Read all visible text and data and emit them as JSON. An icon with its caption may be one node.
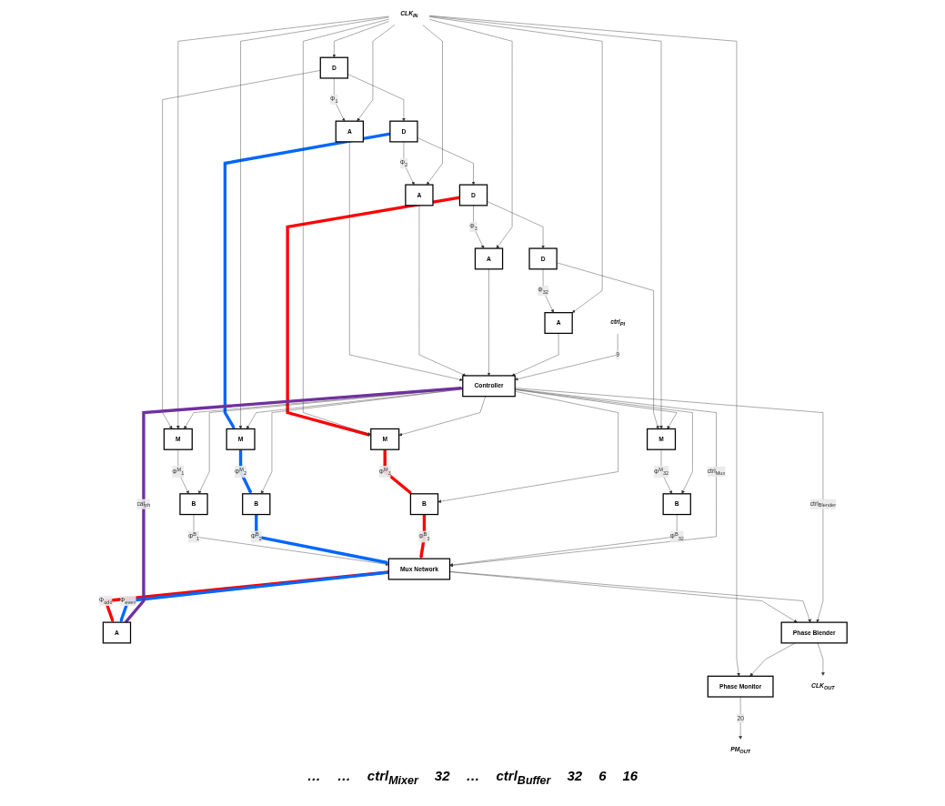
{
  "diagram": {
    "nodes": [
      {
        "text": [
          "Controller"
        ]
      },
      {
        "text": [
          "A"
        ]
      },
      {
        "text": [
          "A"
        ]
      },
      {
        "text": [
          "A"
        ]
      },
      {
        "text": [
          "A"
        ]
      },
      {
        "text": [
          "CLK$_{IN}$"
        ]
      },
      {
        "text": [
          "D"
        ]
      },
      {
        "text": [
          "D"
        ]
      },
      {
        "text": [
          "D"
        ]
      },
      {
        "text": [
          "D"
        ]
      },
      {
        "text": [
          "M"
        ]
      },
      {
        "text": [
          "M"
        ]
      },
      {
        "text": [
          "M"
        ]
      },
      {
        "text": [
          "M"
        ]
      },
      {
        "text": [
          "B"
        ]
      },
      {
        "text": [
          "B"
        ]
      },
      {
        "text": [
          "B"
        ]
      },
      {
        "text": [
          "B"
        ]
      },
      {
        "text": [
          "ctrl$_{PI}$"
        ]
      },
      {
        "text": [
          "Mux Network"
        ]
      },
      {
        "text": [
          "A"
        ]
      },
      {
        "text": [
          "Phase Monitor"
        ]
      },
      {
        "text": [
          "Phase Blender"
        ]
      },
      {
        "text": [
          "PM$_{OUT}$"
        ]
      },
      {
        "text": [
          "CLK$_{OUT}$"
        ]
      }
    ],
    "edges": [
      {
        "from": 5,
        "to": 6,
        "arrow": "to"
      },
      {
        "from": 6,
        "to": 7,
        "arrow": "to"
      },
      {
        "from": 7,
        "to": 8,
        "arrow": "to"
      },
      {
        "from": 8,
        "to": 9,
        "arrow": "to"
      },
      {
        "from": 6,
        "to": 10,
        "arrow": "to"
      },
      {
        "from": 7,
        "to": 11,
        "arrow": "to",
        "style": "thick",
        "color": "#0066ff"
      },
      {
        "from": 8,
        "to": 12,
        "arrow": "to",
        "style": "thick",
        "color": "#ff0000"
      },
      {
        "from": 9,
        "to": 13,
        "arrow": "to"
      },
      {
        "from": 6,
        "to": 1,
        "arrow": "to",
        "label": "Φ$_{1}$"
      },
      {
        "from": 7,
        "to": 2,
        "arrow": "to",
        "label": "Φ$_{2}$"
      },
      {
        "from": 8,
        "to": 3,
        "arrow": "to",
        "label": "Φ$_{3}$"
      },
      {
        "from": 9,
        "to": 4,
        "arrow": "to",
        "label": "Φ$_{32}$"
      },
      {
        "from": 1,
        "to": 0,
        "arrow": "to"
      },
      {
        "from": 2,
        "to": 0,
        "arrow": "to"
      },
      {
        "from": 3,
        "to": 0,
        "arrow": "to"
      },
      {
        "from": 4,
        "to": 0,
        "arrow": "to"
      },
      {
        "from": 5,
        "to": 1,
        "arrow": "to"
      },
      {
        "from": 5,
        "to": 2,
        "arrow": "to"
      },
      {
        "from": 5,
        "to": 3,
        "arrow": "to"
      },
      {
        "from": 5,
        "to": 4,
        "arrow": "to"
      },
      {
        "from": 5,
        "to": 10,
        "arrow": "to"
      },
      {
        "from": 5,
        "to": 11,
        "arrow": "to"
      },
      {
        "from": 5,
        "to": 12,
        "arrow": "to"
      },
      {
        "from": 5,
        "to": 13,
        "arrow": "to"
      },
      {
        "from": 0,
        "to": 10,
        "arrow": "to"
      },
      {
        "from": 0,
        "to": 11,
        "arrow": "to"
      },
      {
        "from": 0,
        "to": 12,
        "arrow": "to"
      },
      {
        "from": 0,
        "to": 13,
        "arrow": "to"
      },
      {
        "from": 10,
        "to": 14,
        "arrow": "to",
        "label": "Φ$^{M}$$_{1}$"
      },
      {
        "from": 11,
        "to": 15,
        "arrow": "to",
        "label": "Φ$^{M}$$_{2}$",
        "style": "thick",
        "color": "#0066ff"
      },
      {
        "from": 12,
        "to": 16,
        "arrow": "to",
        "label": "Φ$^{M}$$_{3}$",
        "style": "thick",
        "color": "#ff0000"
      },
      {
        "from": 13,
        "to": 17,
        "arrow": "to",
        "label": "Φ$^{M}$$_{32}$"
      },
      {
        "from": 0,
        "to": 14,
        "arrow": "to"
      },
      {
        "from": 0,
        "to": 15,
        "arrow": "to"
      },
      {
        "from": 0,
        "to": 16,
        "arrow": "to"
      },
      {
        "from": 0,
        "to": 17,
        "arrow": "to"
      },
      {
        "from": 14,
        "to": 19,
        "arrow": "to",
        "label": "Φ$^{B}$$_{1}$"
      },
      {
        "from": 15,
        "to": 19,
        "arrow": "to",
        "label": "Φ$^{B}$$_{2}$",
        "style": "thick",
        "color": "#0066ff"
      },
      {
        "from": 16,
        "to": 19,
        "arrow": "to",
        "label": "Φ$^{B}$$_{3}$",
        "style": "thick",
        "color": "#ff0000"
      },
      {
        "from": 17,
        "to": 19,
        "arrow": "to",
        "label": "Φ$^{B}$$_{32}$"
      },
      {
        "from": 0,
        "to": 19,
        "arrow": "to",
        "label": "ctrl$_{Mux}$"
      },
      {
        "from": 18,
        "to": 0,
        "arrow": "to",
        "label": "9"
      },
      {
        "from": 19,
        "to": 20,
        "arrow": "to",
        "label": "Φ$_{odd}$",
        "style": "thick",
        "color": "#ff0000"
      },
      {
        "from": 19,
        "to": 20,
        "arrow": "to",
        "label": "Φ$_{even}$",
        "style": "thick",
        "color": "#0066ff"
      },
      {
        "from": 19,
        "to": 22,
        "arrow": "to"
      },
      {
        "from": 19,
        "to": 22,
        "arrow": "to"
      },
      {
        "from": 20,
        "to": 0,
        "arrow": "to",
        "label": "cal$_{ph}$",
        "style": "thick",
        "color": "#7030a0"
      },
      {
        "from": 0,
        "to": 22,
        "arrow": "to",
        "label": "ctrl$_{Blender}$"
      },
      {
        "from": 5,
        "to": 21,
        "arrow": "to"
      },
      {
        "from": 22,
        "to": 24,
        "arrow": "to"
      },
      {
        "from": 22,
        "to": 21,
        "arrow": "to"
      },
      {
        "from": 21,
        "to": 23,
        "arrow": "to",
        "label": "20"
      }
    ],
    "labels": [
      "…",
      "…",
      "ctrl$_{Mixer}$",
      "32",
      "…",
      "ctrl$_{Buffer}$",
      "32",
      "6",
      "16"
    ]
  }
}
